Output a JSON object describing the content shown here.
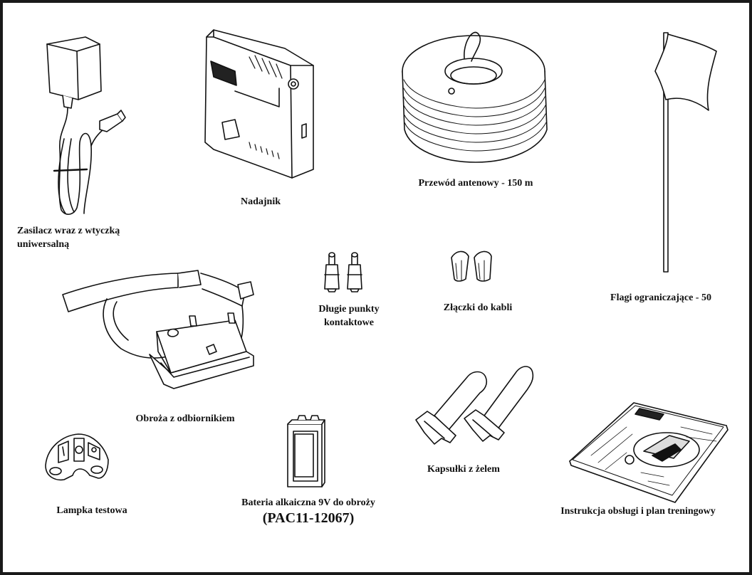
{
  "items": {
    "power_adapter": {
      "line1": "Zasilacz wraz z wtyczką",
      "line2": "uniwersalną"
    },
    "transmitter": {
      "label": "Nadajnik"
    },
    "antenna_wire": {
      "label": "Przewód antenowy - 150 m"
    },
    "boundary_flags": {
      "label": "Flagi ograniczające - 50"
    },
    "contact_points": {
      "line1": "Długie punkty",
      "line2": "kontaktowe"
    },
    "wire_connectors": {
      "label": "Złączki do kabli"
    },
    "receiver_collar": {
      "label": "Obroża z odbiornikiem"
    },
    "test_light": {
      "label": "Lampka testowa"
    },
    "battery": {
      "label": "Bateria alkaiczna 9V do obroży",
      "code": "(PAC11-12067)"
    },
    "gel_capsules": {
      "label": "Kapsułki z żelem"
    },
    "manual": {
      "label": "Instrukcja obsługi i plan treningowy"
    }
  }
}
